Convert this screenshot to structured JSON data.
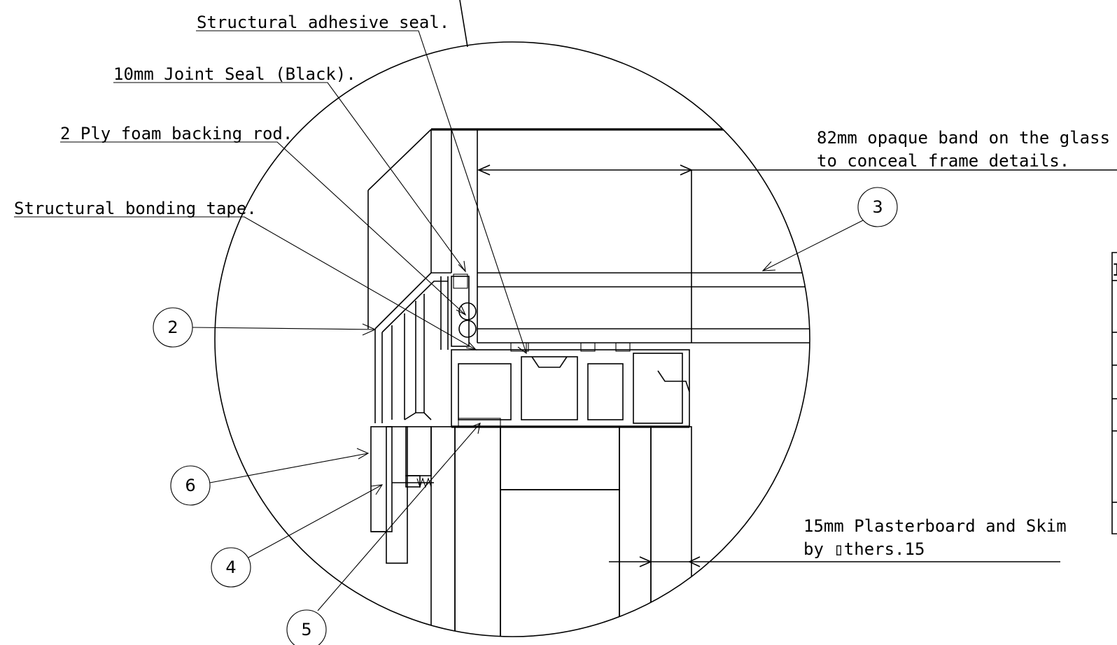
{
  "annotations": {
    "structural_adhesive_seal": "Structural adhesive seal.",
    "joint_seal": "10mm Joint Seal (Black).",
    "foam_backing_rod": "2 Ply foam backing rod.",
    "bonding_tape": "Structural bonding tape.",
    "opaque_band_line1": "82mm opaque band on the glass",
    "opaque_band_line2": "to conceal frame details.",
    "plasterboard_line1": "15mm Plasterboard and Skim",
    "plasterboard_line2": "by ▯thers.15"
  },
  "callouts": {
    "c2": "2",
    "c3": "3",
    "c4": "4",
    "c5": "5",
    "c6": "6"
  },
  "table_fragment": {
    "header": "I"
  }
}
